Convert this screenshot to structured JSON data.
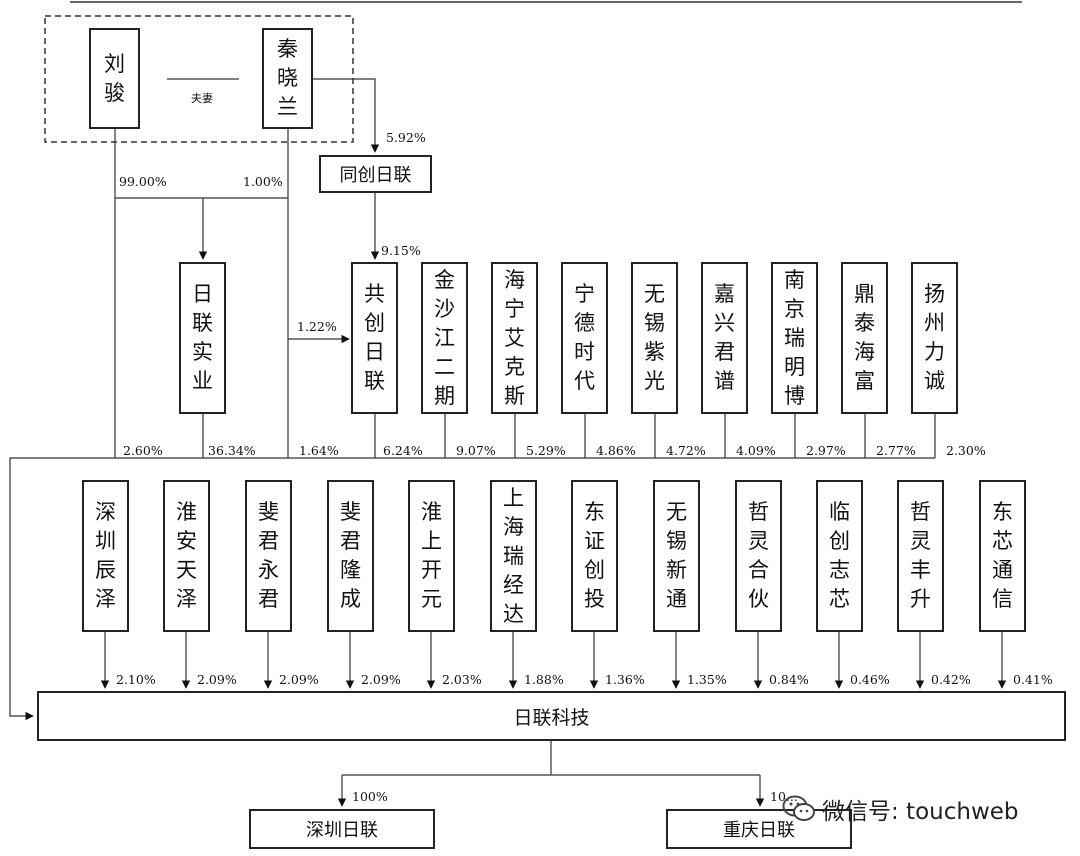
{
  "founders": {
    "liu": "刘骏",
    "qin": "秦晓兰",
    "relation": "夫妻"
  },
  "entities": {
    "tongchuang": "同创日联",
    "gongchuang": "共创日联",
    "rilian_shiye": "日联实业",
    "main": "日联科技",
    "sub_shenzhen": "深圳日联",
    "sub_chongqing": "重庆日联"
  },
  "row1": [
    "金沙江二期",
    "海宁艾克斯",
    "宁德时代",
    "无锡紫光",
    "嘉兴君谱",
    "南京瑞明博",
    "鼎泰海富",
    "扬州力诚"
  ],
  "row2": [
    "深圳辰泽",
    "淮安天泽",
    "斐君永君",
    "斐君隆成",
    "淮上开元",
    "上海瑞经达",
    "东证创投",
    "无锡新通",
    "哲灵合伙",
    "临创志芯",
    "哲灵丰升",
    "东芯通信"
  ],
  "pct": {
    "liu_to_shiye": "99.00%",
    "qin_to_shiye": "1.00%",
    "qin_to_tongchuang": "5.92%",
    "tong_to_gong": "9.15%",
    "qin_to_gong": "1.22%",
    "liu_main": "2.60%",
    "shiye_main": "36.34%",
    "qin_main": "1.64%",
    "gong_main": "6.24%",
    "row1": [
      "9.07%",
      "5.29%",
      "4.86%",
      "4.72%",
      "4.09%",
      "2.97%",
      "2.77%",
      "2.30%"
    ],
    "row2": [
      "2.10%",
      "2.09%",
      "2.09%",
      "2.09%",
      "2.03%",
      "1.88%",
      "1.36%",
      "1.35%",
      "0.84%",
      "0.46%",
      "0.42%",
      "0.41%"
    ],
    "sub_shenzhen": "100%",
    "sub_chongqing": "10..."
  },
  "watermark": "微信号: touchweb",
  "watermark_icon": "wechat-icon"
}
